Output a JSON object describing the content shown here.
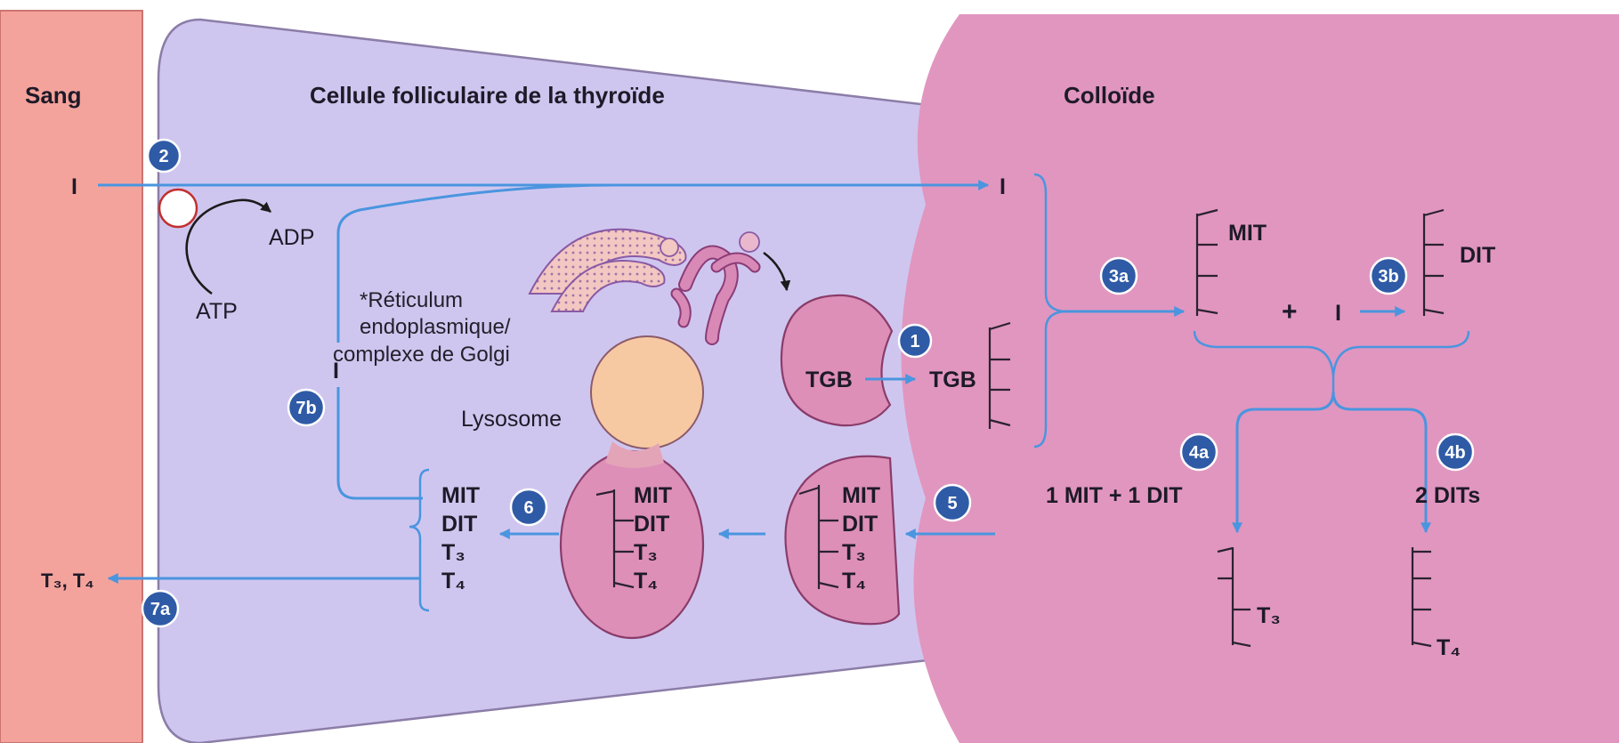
{
  "headers": {
    "blood": "Sang",
    "cell": "Cellule folliculaire de la thyroïde",
    "colloid": "Colloïde"
  },
  "labels": {
    "iodide_blood": "I",
    "iodide_colloid": "I",
    "iodide_7b": "I",
    "iodide_3b": "I",
    "plus": "+",
    "adp": "ADP",
    "atp": "ATP",
    "er_line1": "*Réticulum",
    "er_line2": "endoplasmique/",
    "er_line3": "complexe de Golgi",
    "lysosome": "Lysosome",
    "tgb_cell": "TGB",
    "tgb_colloid": "TGB",
    "mit": "MIT",
    "dit": "DIT",
    "coupling_4a": "1 MIT + 1 DIT",
    "coupling_4b": "2 DITs"
  },
  "hormone_lists": {
    "t3": "T₃",
    "t4": "T₄",
    "released": "T₃, T₄"
  },
  "steps": [
    "1",
    "2",
    "3a",
    "3b",
    "4a",
    "4b",
    "5",
    "6",
    "7a",
    "7b"
  ]
}
